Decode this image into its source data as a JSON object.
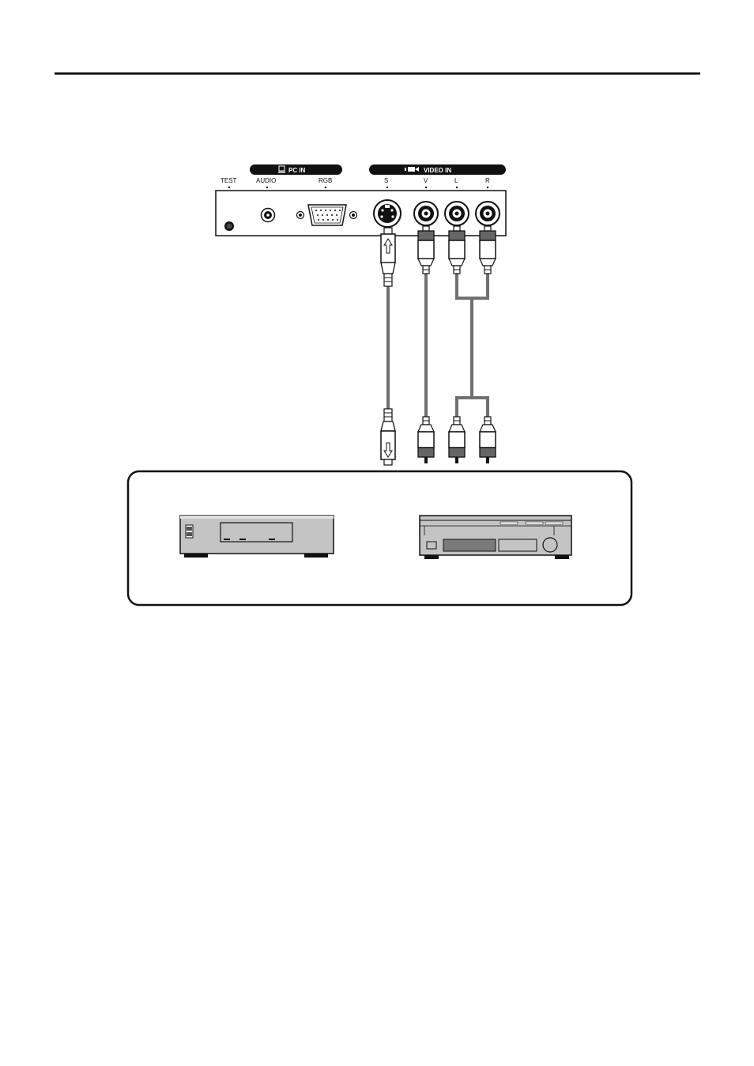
{
  "panel": {
    "pc_in_label": "PC IN",
    "video_in_label": "VIDEO IN",
    "test_label": "TEST",
    "audio_label": "AUDIO",
    "rgb_label": "RGB",
    "s_label": "S",
    "v_label": "V",
    "l_label": "L",
    "r_label": "R"
  },
  "devices": {
    "left_icon": "vcr-icon",
    "right_icon": "av-receiver-icon"
  },
  "colors": {
    "ink": "#111111",
    "cable": "#707070",
    "device_fill": "#c4c4c4",
    "device_dark": "#7a7a7a"
  }
}
